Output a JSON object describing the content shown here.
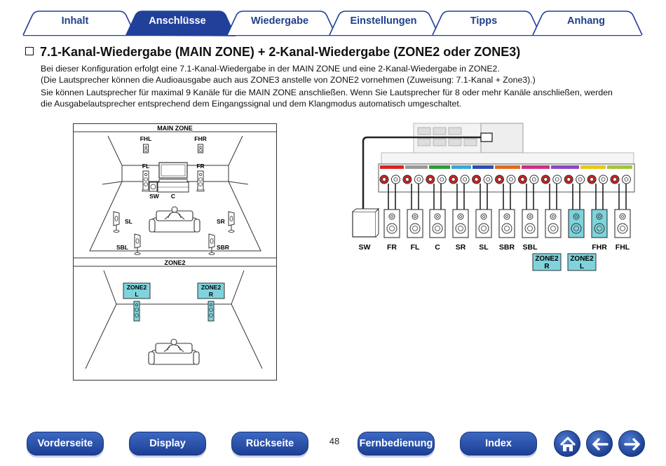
{
  "tabs": [
    {
      "label": "Inhalt",
      "active": false
    },
    {
      "label": "Anschlüsse",
      "active": true
    },
    {
      "label": "Wiedergabe",
      "active": false
    },
    {
      "label": "Einstellungen",
      "active": false
    },
    {
      "label": "Tipps",
      "active": false
    },
    {
      "label": "Anhang",
      "active": false
    }
  ],
  "heading": "7.1-Kanal-Wiedergabe (MAIN ZONE) + 2-Kanal-Wiedergabe (ZONE2 oder ZONE3)",
  "paragraphs": [
    "Bei dieser Konfiguration erfolgt eine 7.1-Kanal-Wiedergabe in der MAIN ZONE und eine 2-Kanal-Wiedergabe in ZONE2.",
    "(Die Lautsprecher können die Audioausgabe auch aus ZONE3 anstelle von ZONE2 vornehmen (Zuweisung: 7.1-Kanal + Zone3).)",
    "Sie können Lautsprecher für maximal 9 Kanäle für die MAIN ZONE anschließen. Wenn Sie Lautsprecher für 8 oder mehr Kanäle anschließen, werden",
    "die Ausgabelautsprecher entsprechend dem Eingangssignal und dem Klangmodus automatisch umgeschaltet."
  ],
  "room_diagram": {
    "main_zone_title": "MAIN ZONE",
    "zone2_title": "ZONE2",
    "labels": {
      "fhl": "FHL",
      "fhr": "FHR",
      "fl": "FL",
      "fr": "FR",
      "sw": "SW",
      "c": "C",
      "sl": "SL",
      "sr": "SR",
      "sbl": "SBL",
      "sbr": "SBR",
      "zone2_l": [
        "ZONE2",
        "L"
      ],
      "zone2_r": [
        "ZONE2",
        "R"
      ]
    }
  },
  "wiring_diagram": {
    "speaker_labels": [
      "SW",
      "FR",
      "FL",
      "C",
      "SR",
      "SL",
      "SBR",
      "SBL",
      "",
      "",
      "FHR",
      "FHL"
    ],
    "zone2_boxes": [
      [
        "ZONE2",
        "R"
      ],
      [
        "ZONE2",
        "L"
      ]
    ]
  },
  "nav": {
    "vorderseite": "Vorderseite",
    "display": "Display",
    "rueckseite": "Rückseite",
    "fernbedienung": "Fernbedienung",
    "index": "Index",
    "page_number": "48"
  },
  "colors": {
    "tab_active": "#21409a",
    "tab_border": "#21409a",
    "nav_button": "#2b52ad",
    "zone2_highlight": "#7fd3dc"
  },
  "icons": {
    "home": "home-icon",
    "back": "arrow-left-icon",
    "forward": "arrow-right-icon"
  }
}
